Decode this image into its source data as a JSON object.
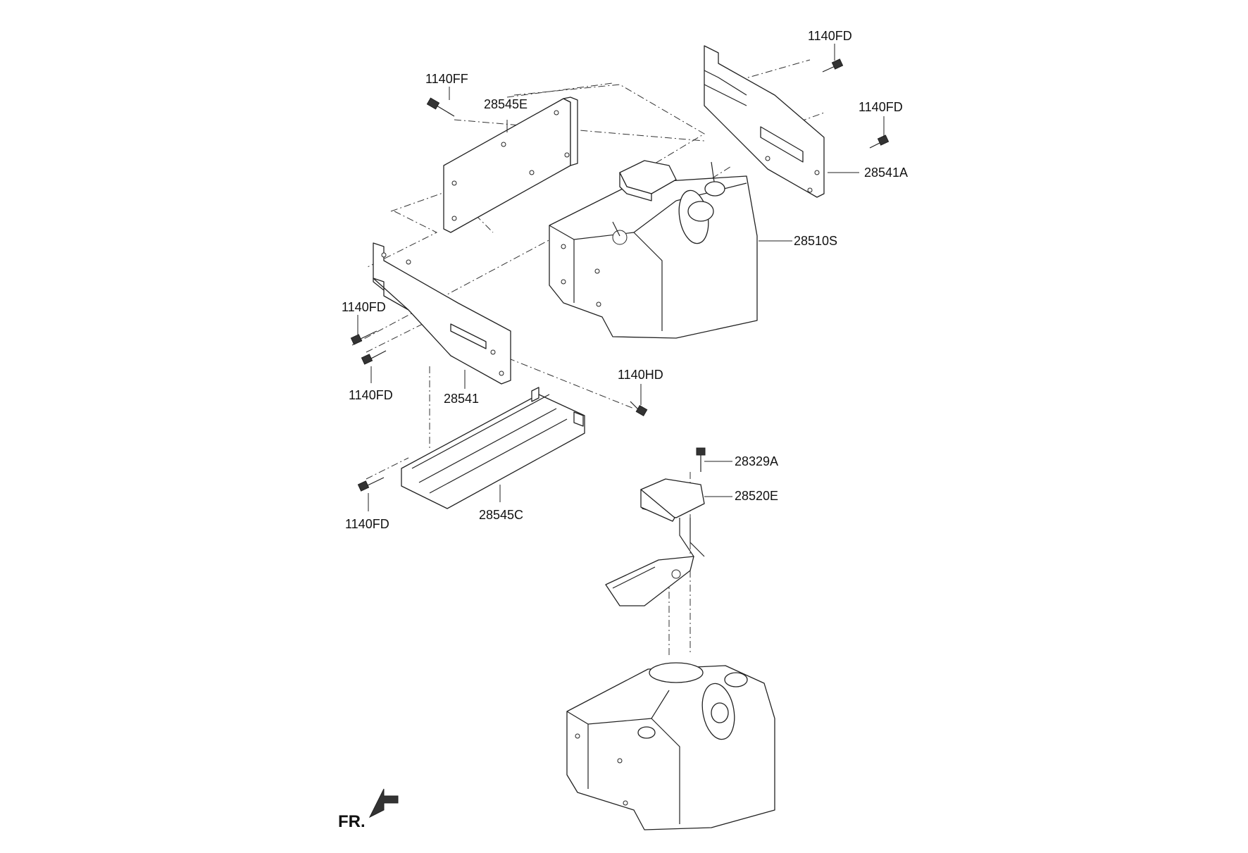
{
  "labels": {
    "p_1140FF": "1140FF",
    "p_28545E": "28545E",
    "p_1140FD_top": "1140FD",
    "p_1140FD_right": "1140FD",
    "p_28541A": "28541A",
    "p_28510S": "28510S",
    "p_1140FD_left1": "1140FD",
    "p_1140FD_left2": "1140FD",
    "p_28541": "28541",
    "p_1140HD": "1140HD",
    "p_1140FD_bottom": "1140FD",
    "p_28545C": "28545C",
    "p_28329A": "28329A",
    "p_28520E": "28520E"
  },
  "direction_marker": "FR.",
  "colors": {
    "line": "#222222",
    "background": "#ffffff"
  }
}
